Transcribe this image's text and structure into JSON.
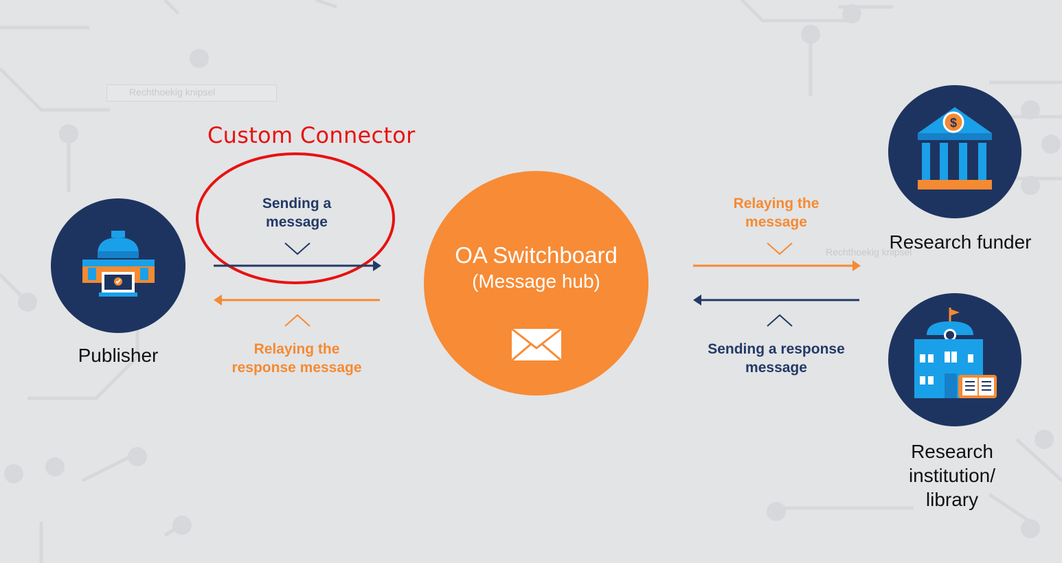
{
  "annotation": {
    "label": "Custom Connector",
    "color": "#e8120f"
  },
  "hub": {
    "title": "OA Switchboard",
    "subtitle": "(Message hub)",
    "color": "#f78b36"
  },
  "nodes": {
    "publisher": "Publisher",
    "funder": "Research funder",
    "institution_lines": [
      "Research",
      "institution/",
      "library"
    ]
  },
  "left_flows": {
    "sending": [
      "Sending a",
      "message"
    ],
    "relaying": [
      "Relaying the",
      "response message"
    ]
  },
  "right_flows": {
    "relaying": [
      "Relaying the",
      "message"
    ],
    "sending": [
      "Sending a response",
      "message"
    ]
  },
  "ghost_snippets": [
    "Rechthoekig knipsel",
    "Rechthoekig knipsel"
  ],
  "colors": {
    "navy": "#1e3460",
    "orange": "#f58a32",
    "background": "#e3e4e6"
  },
  "icons": [
    "publisher-building-icon",
    "bank-dollar-icon",
    "school-book-icon",
    "envelope-icon"
  ]
}
